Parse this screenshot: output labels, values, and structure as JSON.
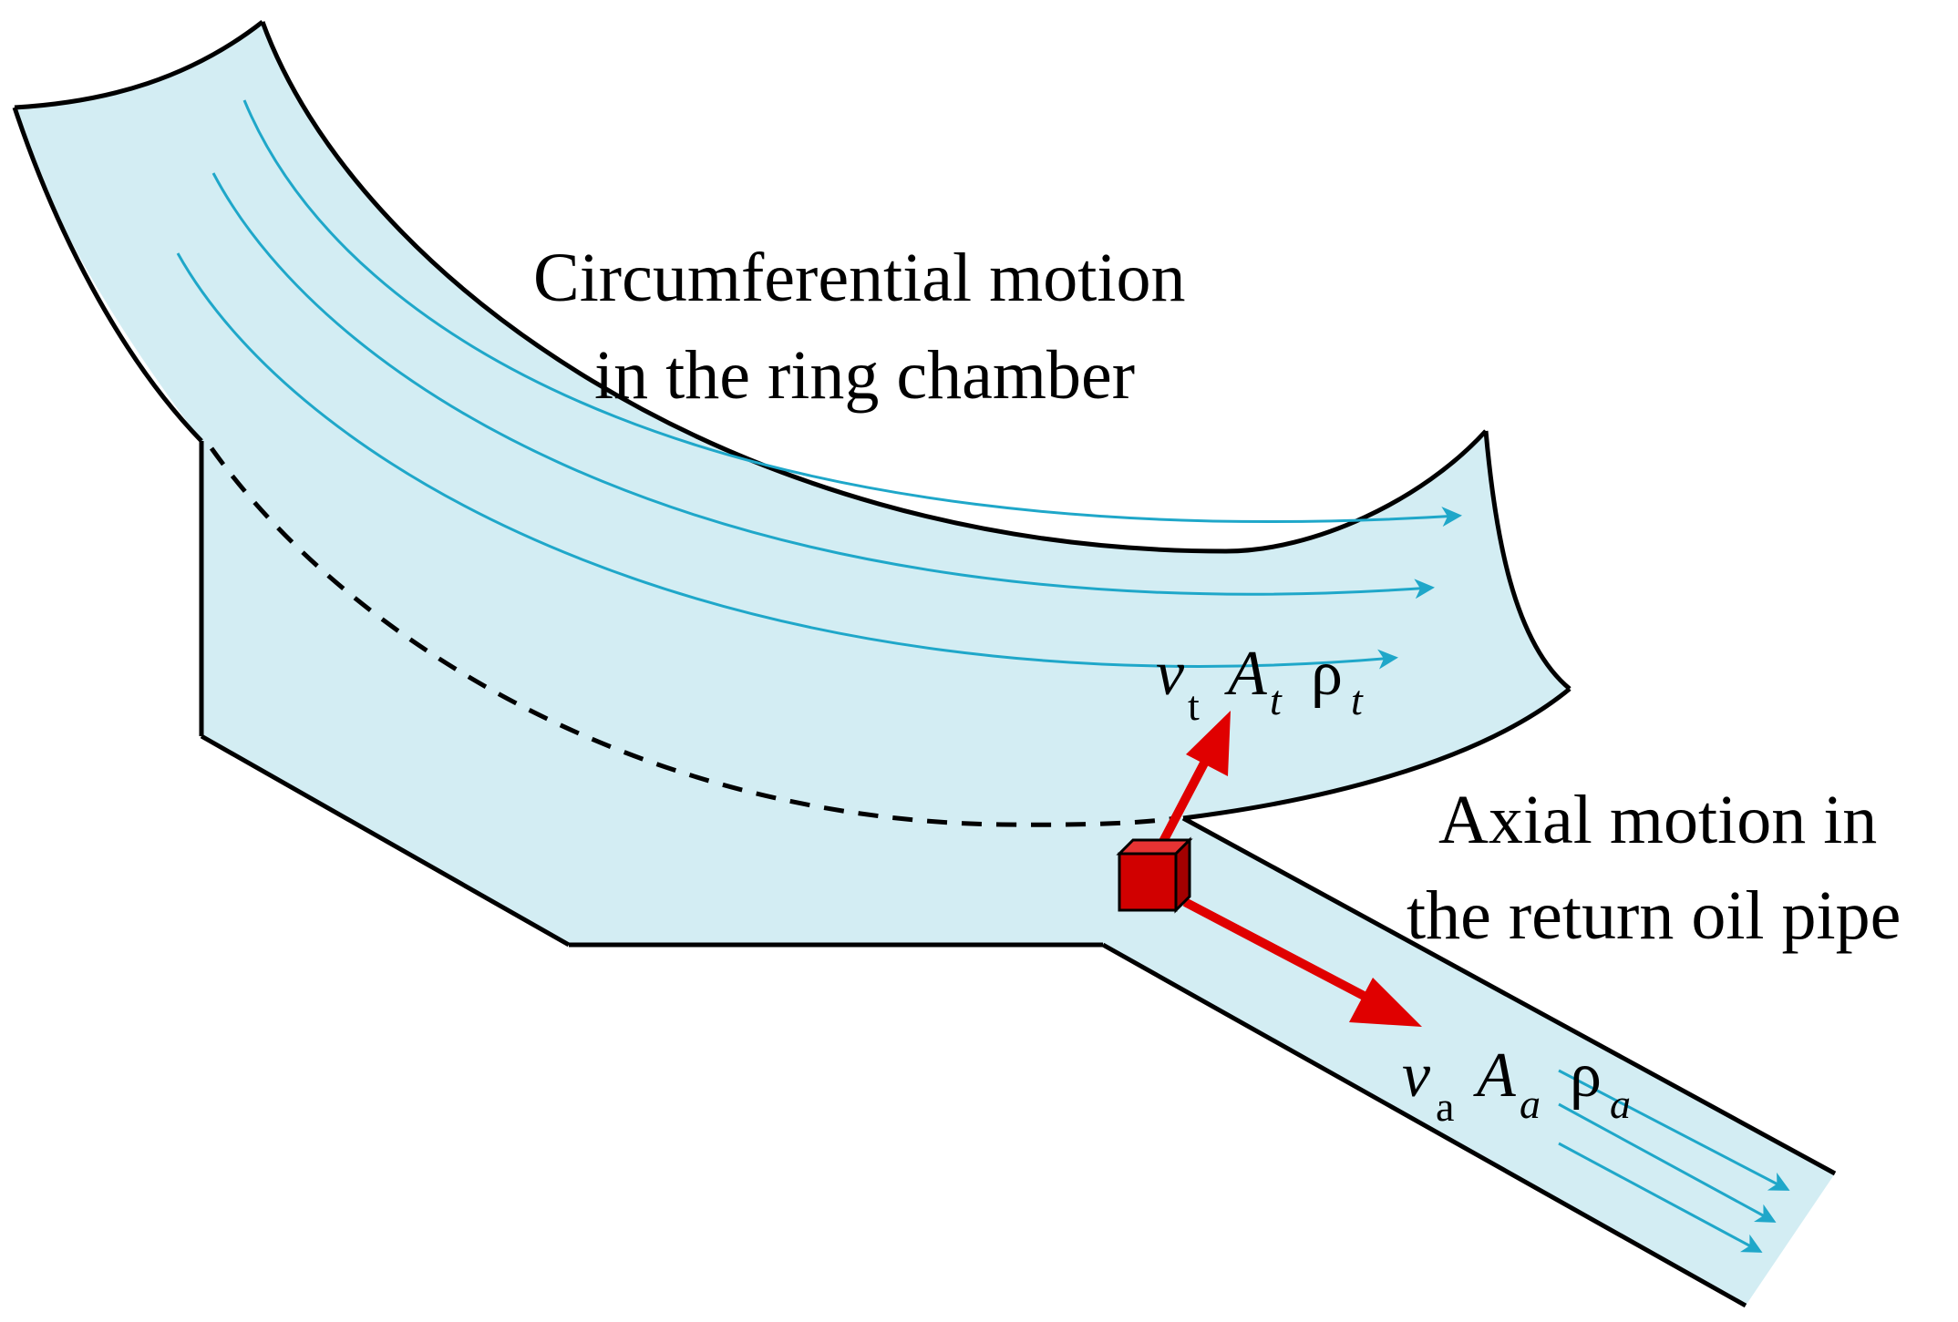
{
  "colors": {
    "fluid": "#d3edf3",
    "outline": "#000000",
    "streamline": "#1fa7c9",
    "arrow": "#e00000",
    "element": "#d10000"
  },
  "labels": {
    "circumferential_line1": "Circumferential motion",
    "circumferential_line2": "in the ring chamber",
    "axial_line1": "Axial motion in",
    "axial_line2": "the return oil pipe"
  },
  "tangential": {
    "v": "v",
    "v_sub": "t",
    "A": "A",
    "A_sub": "t",
    "rho": "ρ",
    "rho_sub": "t"
  },
  "axial": {
    "v": "v",
    "v_sub": "a",
    "A": "A",
    "A_sub": "a",
    "rho": "ρ",
    "rho_sub": "a"
  },
  "icons": {
    "fluid_element": "red-cube-icon"
  }
}
